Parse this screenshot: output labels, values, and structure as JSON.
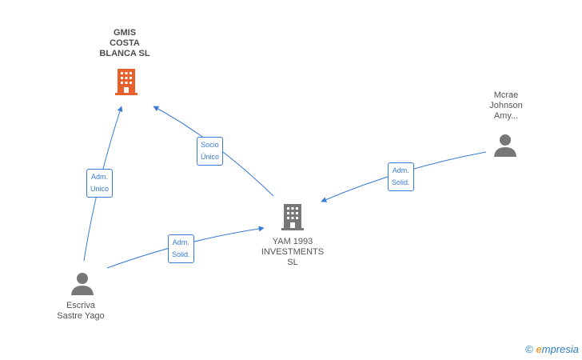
{
  "nodes": {
    "gmis": {
      "label": "GMIS\nCOSTA\nBLANCA  SL",
      "type": "company",
      "color": "#e8602c"
    },
    "yam": {
      "label": "YAM 1993\nINVESTMENTS\nSL",
      "type": "company",
      "color": "#777777"
    },
    "mcrae": {
      "label": "Mcrae\nJohnson\nAmy...",
      "type": "person",
      "color": "#777777"
    },
    "escriva": {
      "label": "Escriva\nSastre Yago",
      "type": "person",
      "color": "#777777"
    }
  },
  "edges": [
    {
      "from": "yam",
      "to": "gmis",
      "label": "Socio\nÚnico"
    },
    {
      "from": "escriva",
      "to": "gmis",
      "label": "Adm.\nUnico"
    },
    {
      "from": "escriva",
      "to": "yam",
      "label": "Adm.\nSolid."
    },
    {
      "from": "mcrae",
      "to": "yam",
      "label": "Adm.\nSolid."
    }
  ],
  "brand": {
    "copyright": "©",
    "name_first": "e",
    "name_rest": "mpresia"
  },
  "colors": {
    "edge": "#3a7bd5",
    "icon_gray": "#777777",
    "icon_main": "#e8602c"
  }
}
